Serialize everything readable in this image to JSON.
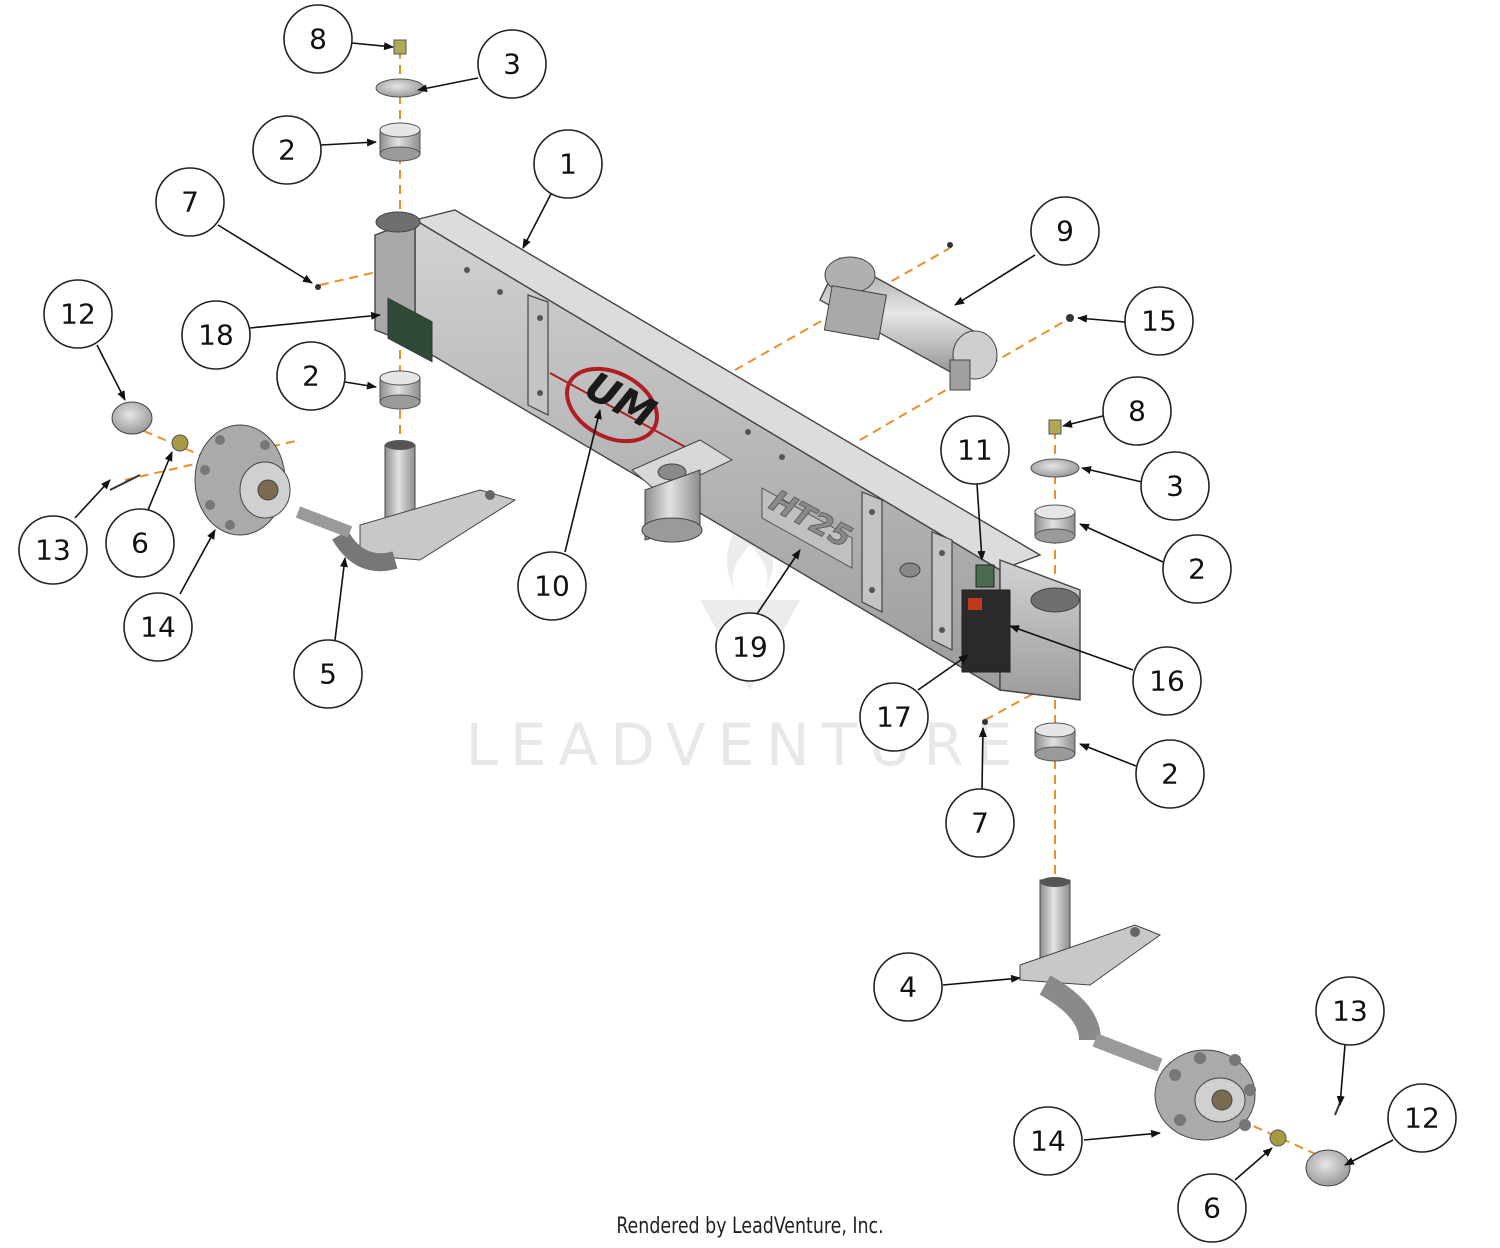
{
  "diagram": {
    "watermark_text": "LEADVENTURE",
    "logo_text": "UM",
    "model_text": "HT25",
    "footer_text": "Rendered by LeadVenture, Inc.",
    "colors": {
      "body": "#b4b4b4",
      "body_dark": "#8c8c8c",
      "body_light": "#d0d0d0",
      "dash": "#e8902a",
      "logo_red": "#b01e24"
    },
    "callouts": [
      "8",
      "3",
      "2",
      "7",
      "1",
      "12",
      "18",
      "9",
      "15",
      "2",
      "8",
      "11",
      "3",
      "13",
      "6",
      "14",
      "10",
      "2",
      "5",
      "19",
      "16",
      "17",
      "2",
      "7",
      "4",
      "13",
      "12",
      "14",
      "6"
    ]
  }
}
